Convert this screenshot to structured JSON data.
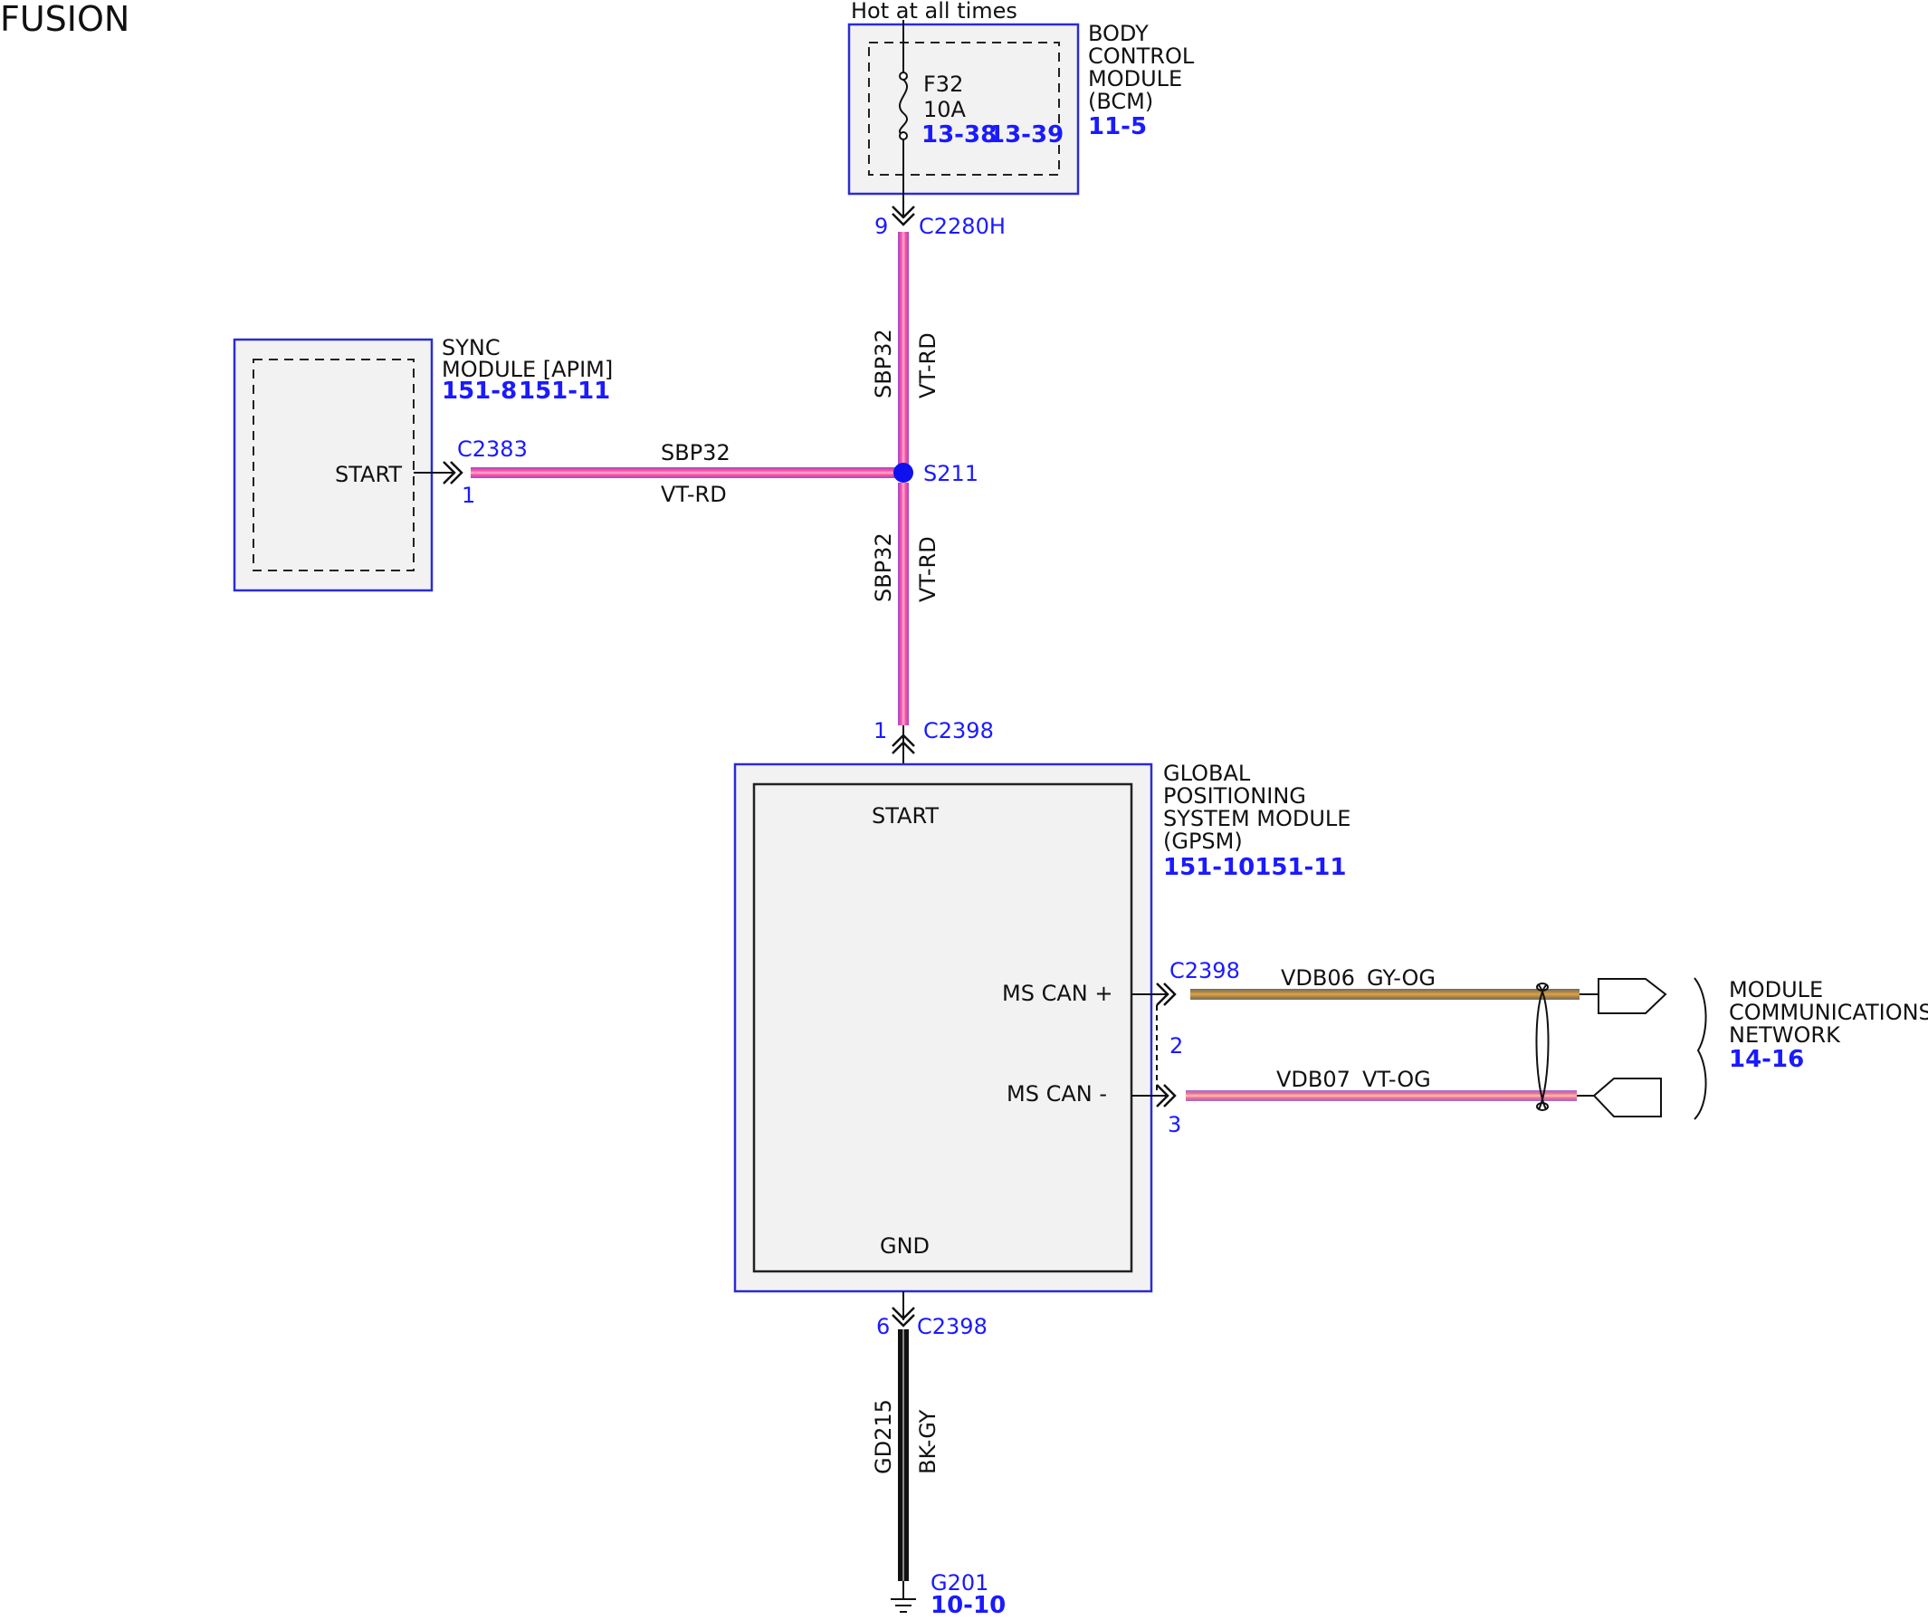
{
  "title": "FUSION",
  "colors": {
    "module_outline": "#2b2bd6",
    "module_fill": "#f2f2f2",
    "connector_text": "#1a1aff",
    "wire_vt_rd": "#ee5aa0",
    "wire_gy_og": "#9a8b5a",
    "wire_vt_og": "#e86a9a",
    "wire_bk_gy": "#111111",
    "splice": "#1010ee"
  },
  "power": {
    "label": "Hot at all times"
  },
  "bcm": {
    "name_lines": [
      "BODY",
      "CONTROL",
      "MODULE",
      "(BCM)"
    ],
    "ref": "11-5",
    "fuse_name": "F32",
    "fuse_rating": "10A",
    "fuse_refs": [
      "13-38",
      "13-39"
    ],
    "connector": "C2280H",
    "pin": "9",
    "icon": "fuse-icon"
  },
  "sync": {
    "name_lines": [
      "SYNC",
      "MODULE [APIM]"
    ],
    "refs": [
      "151-8",
      "151-11"
    ],
    "pin_label": "START",
    "connector": "C2383",
    "pin": "1"
  },
  "splice": {
    "name": "S211",
    "icon": "splice-dot-icon"
  },
  "wires": {
    "bcm_to_splice": {
      "circuit": "SBP32",
      "color": "VT-RD"
    },
    "sync_to_splice": {
      "circuit": "SBP32",
      "color": "VT-RD"
    },
    "splice_to_gpsm": {
      "circuit": "SBP32",
      "color": "VT-RD"
    },
    "ms_can_plus": {
      "circuit": "VDB06",
      "color": "GY-OG"
    },
    "ms_can_minus": {
      "circuit": "VDB07",
      "color": "VT-OG"
    },
    "ground": {
      "circuit": "GD215",
      "color": "BK-GY"
    }
  },
  "gpsm": {
    "name_lines": [
      "GLOBAL",
      "POSITIONING",
      "SYSTEM MODULE",
      "(GPSM)"
    ],
    "refs": "151-10151-11",
    "start_label": "START",
    "start_connector": "C2398",
    "start_pin": "1",
    "can_plus_label": "MS CAN +",
    "can_minus_label": "MS CAN -",
    "can_connector": "C2398",
    "can_plus_pin": "2",
    "can_minus_pin": "3",
    "gnd_label": "GND",
    "gnd_connector": "C2398",
    "gnd_pin": "6"
  },
  "network": {
    "name_lines": [
      "MODULE",
      "COMMUNICATIONS",
      "NETWORK"
    ],
    "ref": "14-16",
    "icon": "twisted-pair-icon"
  },
  "ground": {
    "name": "G201",
    "ref": "10-10",
    "icon": "ground-icon"
  }
}
